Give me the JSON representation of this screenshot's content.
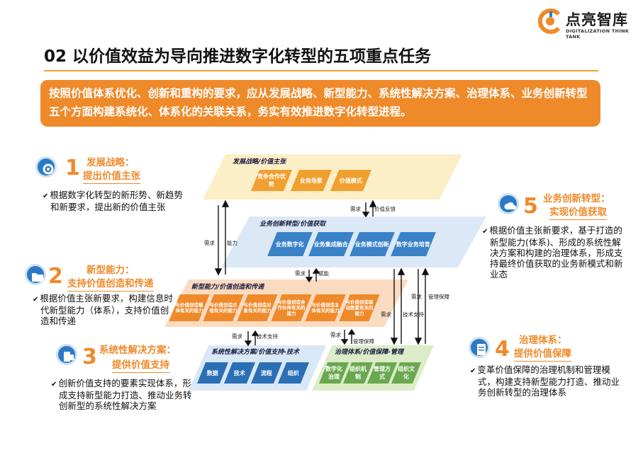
{
  "logo": {
    "name": "点亮智库",
    "sub": "DIGITALIZATION THINK TANK"
  },
  "title": "02 以价值效益为导向推进数字化转型的五项重点任务",
  "banner": "按照价值体系优化、创新和重构的要求，应从发展战略、新型能力、系统性解决方案、治理体系、业务创新转型五个方面构建系统化、体系化的关联关系，务实有效推进数字化转型进程。",
  "tasks": [
    {
      "num": "1",
      "title1": "发展战略：",
      "title2": "提出价值主张",
      "text": "根据数字化转型的新形势、新趋势和新要求，提出新的价值主张",
      "icon": "strategy-icon"
    },
    {
      "num": "2",
      "title1": "新型能力：",
      "title2": "支持价值创造和传递",
      "text": "根据价值主张新要求，构建信息时代新型能力（体系），支持价值创造和传递",
      "icon": "folder-icon"
    },
    {
      "num": "3",
      "title1": "系统性解决方案：",
      "title2": "提供价值支持",
      "text": "创新价值支持的要素实现体系，形成支持新型能力打造、推动业务转创新型的系统性解决方案",
      "icon": "solution-icon"
    },
    {
      "num": "4",
      "title1": "治理体系：",
      "title2": "提供价值保障",
      "text": "变革价值保障的治理机制和管理模式，构建支持新型能力打造、推动业务创新转型的治理体系",
      "icon": "document-icon"
    },
    {
      "num": "5",
      "title1": "业务创新转型：",
      "title2": "实现价值获取",
      "text": "根据价值主张新要求，基于打造的新型能力(体系)、形成的系统性解决方案和构建的治理体系，形成支持最终价值获取的业务新模式和新业态",
      "icon": "cloud-icon"
    }
  ],
  "diagram": {
    "layer1": {
      "label": "发展战略/价值主张",
      "boxes": [
        "竞争合作优势",
        "业务场景",
        "价值模式"
      ]
    },
    "layer2": {
      "label": "业务创新转型/价值获取",
      "boxes": [
        "业务数字化",
        "业务集成融合",
        "业务模式创新",
        "数字业务培育"
      ]
    },
    "layer3": {
      "label": "新型能力/价值创造和传递",
      "boxes": [
        "与价值创造载体有关的能力",
        "与价值创造过程有关的能力",
        "与价值创造对象有关的能力",
        "与价值创造合作伙伴有关的能力",
        "与价值创造主体有关的能力",
        "与价值创造驱动要素有关的能力"
      ]
    },
    "layer4": {
      "label": "系统性解决方案/价值支持-技术",
      "boxes": [
        "数据",
        "技术",
        "流程",
        "组织"
      ]
    },
    "layer5": {
      "label": "治理体系/价值保障-管理",
      "boxes": [
        "数字化治理",
        "组织机制",
        "管理方式",
        "组织文化"
      ]
    },
    "arrows": {
      "need": "需求",
      "ability": "能力",
      "value_feedback": "价值反馈",
      "empower": "赋能",
      "tech_support": "技术支持",
      "mgmt_guarantee": "管理保障"
    }
  },
  "colors": {
    "orange": "#ef8a2b",
    "blue": "#2b7bc4",
    "lightblue": "#5b9bd5",
    "green": "#8dc26f"
  }
}
